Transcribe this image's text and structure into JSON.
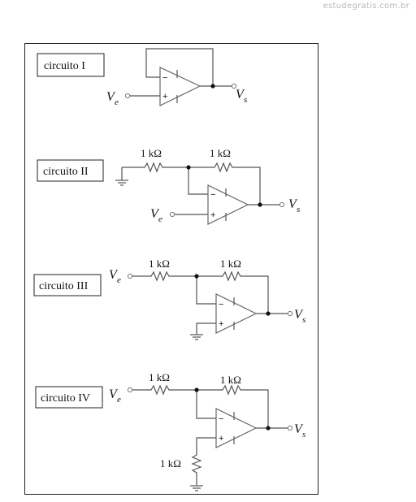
{
  "watermark": "estudegratis.com.br",
  "labels": {
    "ve": "V",
    "ve_sub": "e",
    "vs": "V",
    "vs_sub": "s",
    "resistor": "1 kΩ",
    "minus": "−",
    "plus": "+"
  },
  "circuits": [
    {
      "title": "circuito I"
    },
    {
      "title": "circuito II"
    },
    {
      "title": "circuito III"
    },
    {
      "title": "circuito IV"
    }
  ]
}
